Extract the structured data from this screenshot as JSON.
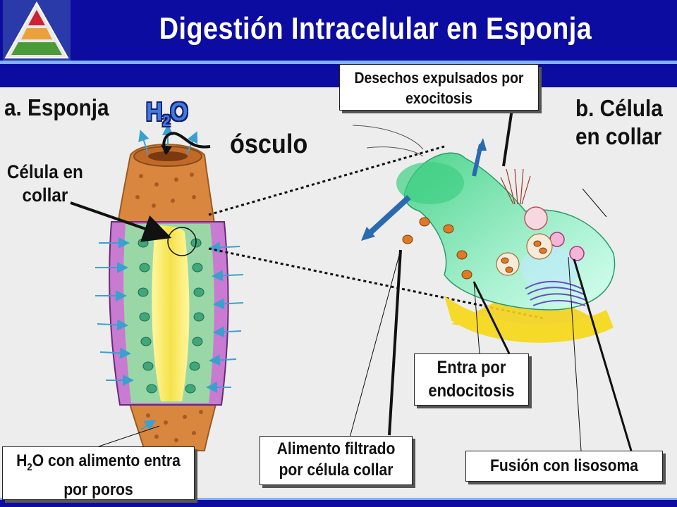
{
  "title": "Digestión Intracelular en  Esponja",
  "labels": {
    "a_esponja": "a. Esponja",
    "b_celula": "b. Célula en collar",
    "osculo": "ósculo",
    "celula_collar_left": "Célula en collar",
    "h2o_top": {
      "main": "H",
      "sub": "2",
      "end": "O"
    }
  },
  "callouts": {
    "desechos": "Desechos expulsados por exocitosis",
    "endocitosis": "Entra por endocitosis",
    "alimento": "Alimento filtrado por célula collar",
    "fusion": "Fusión con lisosoma",
    "poros": {
      "h": "H",
      "sub": "2",
      "rest": "O con alimento entra por poros"
    }
  },
  "colors": {
    "header_blue": "#0c0ca0",
    "accent_light_blue": "#7fb2ff",
    "sponge_orange": "#d9873f",
    "cell_green": "#7fe0b8",
    "yellow": "#f2d21c"
  }
}
